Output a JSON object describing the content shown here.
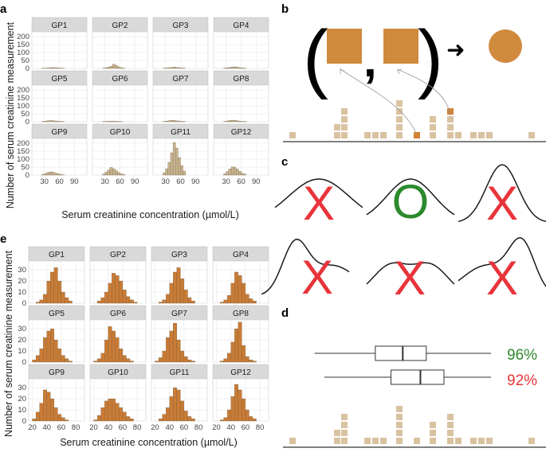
{
  "panel_labels": {
    "a": "a",
    "b": "b",
    "c": "c",
    "d": "d",
    "e": "e"
  },
  "colors": {
    "strip": "#d9d9d9",
    "panel_bg": "#ffffff",
    "grid": "#ebebeb",
    "hist_a_fill": "#c8b48f",
    "hist_e_fill": "#c97b35",
    "square_light": "#d9c2a0",
    "square_dark": "#d38135",
    "orange_shape": "#d08a3e",
    "cross": "#e8343a",
    "circle_ok": "#2c8a2c",
    "pct_green": "#2c8a2c",
    "pct_red": "#e8343a"
  },
  "panel_b": {
    "open_paren": "(",
    "comma": ",",
    "close_paren": ")",
    "arrow": "➜"
  },
  "panel_c": {
    "marks": [
      "X",
      "O",
      "X",
      "X",
      "X",
      "X"
    ]
  },
  "panel_d": {
    "pct_top": "96%",
    "pct_bottom": "92%"
  },
  "chart_data": [
    {
      "id": "a",
      "type": "bar",
      "subtype": "histogram-facets",
      "xlabel": "Serum creatinine concentration (µmol/L)",
      "ylabel": "Number of serum creatinine measurement",
      "xticks": [
        30,
        60,
        90
      ],
      "yticks": [
        0,
        50,
        100,
        150,
        200
      ],
      "xlim": [
        5,
        115
      ],
      "ylim": [
        0,
        230
      ],
      "bin_start": 25,
      "bin_width": 5,
      "facets": [
        {
          "label": "GP1",
          "values": [
            1,
            2,
            3,
            5,
            6,
            5,
            3,
            2,
            1
          ]
        },
        {
          "label": "GP2",
          "values": [
            2,
            4,
            8,
            14,
            26,
            20,
            10,
            5,
            2
          ]
        },
        {
          "label": "GP3",
          "values": [
            1,
            3,
            5,
            7,
            9,
            7,
            5,
            3,
            1
          ]
        },
        {
          "label": "GP4",
          "values": [
            2,
            4,
            6,
            9,
            10,
            8,
            5,
            3,
            1
          ]
        },
        {
          "label": "GP5",
          "values": [
            2,
            4,
            6,
            8,
            7,
            5,
            3,
            2,
            1
          ]
        },
        {
          "label": "GP6",
          "values": [
            1,
            2,
            3,
            4,
            4,
            3,
            2,
            1,
            0
          ]
        },
        {
          "label": "GP7",
          "values": [
            2,
            4,
            7,
            9,
            8,
            6,
            4,
            2,
            1
          ]
        },
        {
          "label": "GP8",
          "values": [
            2,
            5,
            8,
            10,
            9,
            6,
            3,
            2,
            1
          ]
        },
        {
          "label": "GP9",
          "values": [
            4,
            10,
            16,
            20,
            18,
            12,
            8,
            4,
            2
          ]
        },
        {
          "label": "GP10",
          "values": [
            6,
            18,
            32,
            48,
            40,
            28,
            16,
            8,
            4
          ]
        },
        {
          "label": "GP11",
          "values": [
            15,
            40,
            80,
            140,
            205,
            170,
            110,
            60,
            25
          ]
        },
        {
          "label": "GP12",
          "values": [
            8,
            22,
            38,
            52,
            48,
            38,
            24,
            12,
            6
          ]
        }
      ]
    },
    {
      "id": "e",
      "type": "bar",
      "subtype": "histogram-facets",
      "xlabel": "Serum creatinine concentration (µmol/L)",
      "ylabel": "Number of serum creatinine measurement",
      "xticks": [
        20,
        40,
        60,
        80
      ],
      "yticks": [
        0,
        10,
        20,
        30
      ],
      "xlim": [
        15,
        92
      ],
      "ylim": [
        0,
        38
      ],
      "bin_start": 20,
      "bin_width": 5,
      "facets": [
        {
          "label": "GP1",
          "values": [
            0,
            1,
            3,
            8,
            20,
            28,
            32,
            20,
            10,
            5,
            2,
            0,
            0,
            0
          ]
        },
        {
          "label": "GP2",
          "values": [
            0,
            2,
            5,
            10,
            18,
            27,
            25,
            20,
            12,
            6,
            3,
            1,
            0,
            0
          ]
        },
        {
          "label": "GP3",
          "values": [
            0,
            1,
            3,
            8,
            18,
            28,
            32,
            22,
            12,
            5,
            2,
            0,
            0,
            0
          ]
        },
        {
          "label": "GP4",
          "values": [
            0,
            1,
            3,
            7,
            18,
            28,
            25,
            18,
            8,
            4,
            2,
            0,
            0,
            0
          ]
        },
        {
          "label": "GP5",
          "values": [
            2,
            6,
            12,
            22,
            28,
            30,
            20,
            12,
            6,
            3,
            1,
            0,
            0,
            0
          ]
        },
        {
          "label": "GP6",
          "values": [
            1,
            3,
            8,
            20,
            32,
            28,
            22,
            12,
            6,
            3,
            1,
            0,
            0,
            0
          ]
        },
        {
          "label": "GP7",
          "values": [
            1,
            4,
            10,
            22,
            28,
            35,
            20,
            10,
            5,
            2,
            1,
            0,
            0,
            0
          ]
        },
        {
          "label": "GP8",
          "values": [
            0,
            1,
            3,
            8,
            18,
            30,
            36,
            15,
            5,
            2,
            1,
            0,
            0,
            0
          ]
        },
        {
          "label": "GP9",
          "values": [
            2,
            8,
            16,
            28,
            26,
            20,
            12,
            6,
            3,
            1,
            0,
            0,
            0,
            0
          ]
        },
        {
          "label": "GP10",
          "values": [
            1,
            5,
            12,
            18,
            20,
            20,
            16,
            12,
            8,
            4,
            2,
            0,
            0,
            0
          ]
        },
        {
          "label": "GP11",
          "values": [
            0,
            2,
            6,
            12,
            22,
            30,
            28,
            18,
            9,
            4,
            2,
            0,
            0,
            0
          ]
        },
        {
          "label": "GP12",
          "values": [
            0,
            1,
            3,
            10,
            22,
            33,
            28,
            20,
            10,
            4,
            2,
            0,
            0,
            0
          ]
        }
      ]
    },
    {
      "id": "d",
      "type": "boxplot",
      "boxes": [
        {
          "whisker_low": 0.1,
          "q1": 0.41,
          "median": 0.55,
          "q3": 0.67,
          "whisker_high": 1.0
        },
        {
          "whisker_low": 0.15,
          "q1": 0.49,
          "median": 0.64,
          "q3": 0.76,
          "whisker_high": 1.0
        }
      ]
    }
  ]
}
